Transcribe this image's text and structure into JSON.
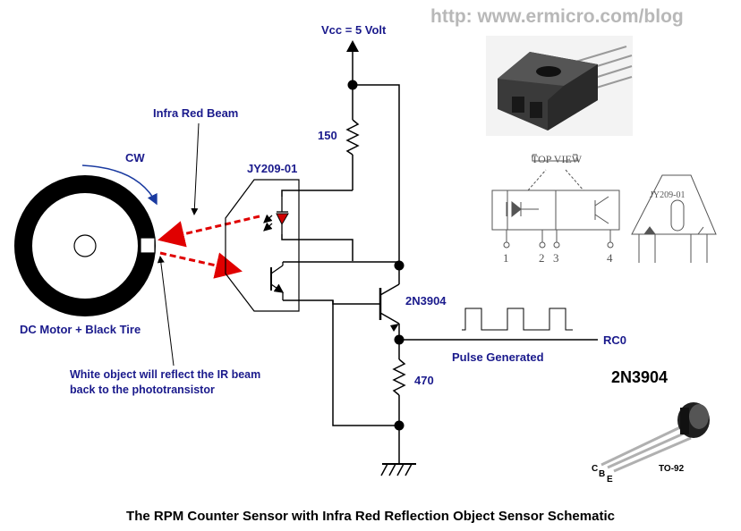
{
  "header": {
    "url": "http: www.ermicro.com/blog"
  },
  "labels": {
    "vcc": "Vcc = 5 Volt",
    "ir_beam": "Infra Red Beam",
    "cw": "CW",
    "sensor": "JY209-01",
    "r1": "150",
    "r2": "470",
    "transistor": "2N3904",
    "motor": "DC Motor + Black Tire",
    "note_line1": "White object will reflect the IR beam",
    "note_line2": "back to the phototransistor",
    "pulse": "Pulse Generated",
    "output": "RC0"
  },
  "pinout": {
    "top_view": "TOP  VIEW",
    "pins": [
      "1",
      "2",
      "3",
      "4"
    ],
    "package_label": "JY209-01"
  },
  "transistor_package": {
    "title": "2N3904",
    "package": "TO-92",
    "pins": [
      "C",
      "B",
      "E"
    ]
  },
  "caption": "The RPM Counter Sensor with Infra Red Reflection Object Sensor Schematic",
  "colors": {
    "label": "#1a1a8c",
    "beam": "#e00000",
    "wire": "#000000",
    "watermark": "#b8b8b8"
  }
}
